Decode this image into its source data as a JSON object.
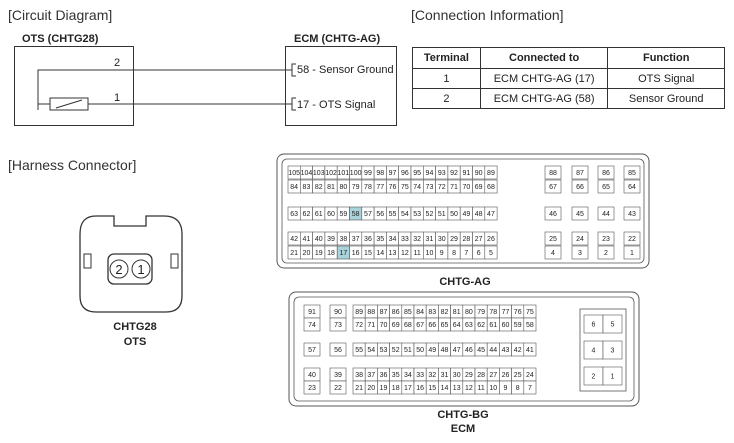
{
  "circuit": {
    "title": "[Circuit Diagram]",
    "ots_label": "OTS (CHTG28)",
    "ecm_label": "ECM (CHTG-AG)",
    "wire_top_pin": "2",
    "wire_bottom_pin": "1",
    "ecm_pin_top": "58 - Sensor Ground",
    "ecm_pin_bottom": "17 - OTS Signal"
  },
  "connection": {
    "title": "[Connection Information]",
    "headers": [
      "Terminal",
      "Connected to",
      "Function"
    ],
    "rows": [
      [
        "1",
        "ECM CHTG-AG (17)",
        "OTS Signal"
      ],
      [
        "2",
        "ECM CHTG-AG (58)",
        "Sensor Ground"
      ]
    ]
  },
  "harness": {
    "title": "[Harness Connector]",
    "ots_connector": {
      "pins": [
        "2",
        "1"
      ],
      "caption_line1": "CHTG28",
      "caption_line2": "OTS"
    },
    "ag_connector": {
      "caption": "CHTG-AG",
      "highlight": [
        "58",
        "17"
      ],
      "highlight_color": "#a9d3dc",
      "rows": [
        [
          [
            "105",
            "104",
            "103",
            "102",
            "101",
            "100",
            "99",
            "98",
            "97",
            "96",
            "95",
            "94",
            "93",
            "92",
            "91",
            "90",
            "89"
          ],
          [
            "88"
          ],
          [
            "87"
          ],
          [
            "86"
          ],
          [
            "85"
          ]
        ],
        [
          [
            "84",
            "83",
            "82",
            "81",
            "80",
            "79",
            "78",
            "77",
            "76",
            "75",
            "74",
            "73",
            "72",
            "71",
            "70",
            "69",
            "68"
          ],
          [
            "67"
          ],
          [
            "66"
          ],
          [
            "65"
          ],
          [
            "64"
          ]
        ],
        [
          [
            "63",
            "62",
            "61",
            "60",
            "59",
            "58",
            "57",
            "56",
            "55",
            "54",
            "53",
            "52",
            "51",
            "50",
            "49",
            "48",
            "47"
          ],
          [
            "46"
          ],
          [
            "45"
          ],
          [
            "44"
          ],
          [
            "43"
          ]
        ],
        [
          [
            "42",
            "41",
            "40",
            "39",
            "38",
            "37",
            "36",
            "35",
            "34",
            "33",
            "32",
            "31",
            "30",
            "29",
            "28",
            "27",
            "26"
          ],
          [
            "25"
          ],
          [
            "24"
          ],
          [
            "23"
          ],
          [
            "22"
          ]
        ],
        [
          [
            "21",
            "20",
            "19",
            "18",
            "17",
            "16",
            "15",
            "14",
            "13",
            "12",
            "11",
            "10",
            "9",
            "8",
            "7",
            "6",
            "5"
          ],
          [
            "4"
          ],
          [
            "3"
          ],
          [
            "2"
          ],
          [
            "1"
          ]
        ]
      ]
    },
    "bg_connector": {
      "caption_line1": "CHTG-BG",
      "caption_line2": "ECM",
      "rows": [
        [
          [
            "91"
          ],
          [
            "90"
          ],
          [
            "89",
            "88",
            "87",
            "86",
            "85",
            "84",
            "83",
            "82",
            "81",
            "80",
            "79",
            "78",
            "77",
            "76",
            "75"
          ]
        ],
        [
          [
            "74"
          ],
          [
            "73"
          ],
          [
            "72",
            "71",
            "70",
            "69",
            "68",
            "67",
            "66",
            "65",
            "64",
            "63",
            "62",
            "61",
            "60",
            "59",
            "58"
          ]
        ],
        [
          [
            "57"
          ],
          [
            "56"
          ],
          [
            "55",
            "54",
            "53",
            "52",
            "51",
            "50",
            "49",
            "48",
            "47",
            "46",
            "45",
            "44",
            "43",
            "42",
            "41"
          ]
        ],
        [
          [
            "40"
          ],
          [
            "39"
          ],
          [
            "38",
            "37",
            "36",
            "35",
            "34",
            "33",
            "32",
            "31",
            "30",
            "29",
            "28",
            "27",
            "26",
            "25",
            "24"
          ]
        ],
        [
          [
            "23"
          ],
          [
            "22"
          ],
          [
            "21",
            "20",
            "19",
            "18",
            "17",
            "16",
            "15",
            "14",
            "13",
            "12",
            "11",
            "10",
            "9",
            "8",
            "7"
          ]
        ]
      ],
      "side_pins": [
        [
          "6",
          "5"
        ],
        [
          "4",
          "3"
        ],
        [
          "2",
          "1"
        ]
      ]
    }
  }
}
